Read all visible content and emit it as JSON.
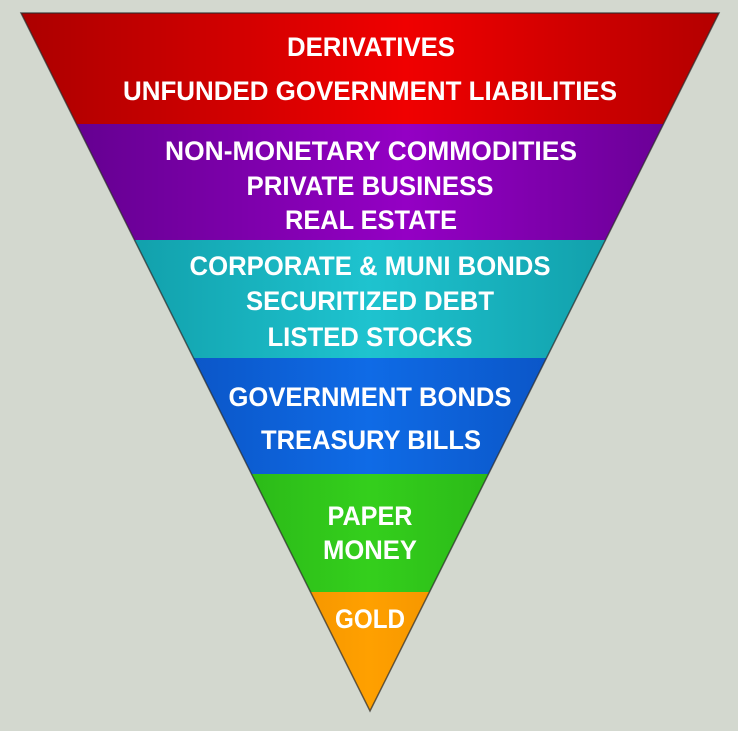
{
  "colors": {
    "background": "#d3d8cf",
    "red": "#e00000",
    "purple": "#8a00b8",
    "teal": "#16b4c0",
    "blue": "#0a5fd8",
    "green": "#2cc41a",
    "orange": "#ff9a00"
  },
  "tiers": [
    {
      "name": "red",
      "lines": [
        "DERIVATIVES",
        "UNFUNDED GOVERNMENT LIABILITIES"
      ]
    },
    {
      "name": "purple",
      "lines": [
        "NON-MONETARY COMMODITIES",
        "PRIVATE BUSINESS",
        "REAL ESTATE"
      ]
    },
    {
      "name": "teal",
      "lines": [
        "CORPORATE & MUNI BONDS",
        "SECURITIZED DEBT",
        "LISTED STOCKS"
      ]
    },
    {
      "name": "blue",
      "lines": [
        "GOVERNMENT BONDS",
        "TREASURY BILLS"
      ]
    },
    {
      "name": "green",
      "lines": [
        "PAPER",
        "MONEY"
      ]
    },
    {
      "name": "orange",
      "lines": [
        "GOLD"
      ]
    }
  ]
}
